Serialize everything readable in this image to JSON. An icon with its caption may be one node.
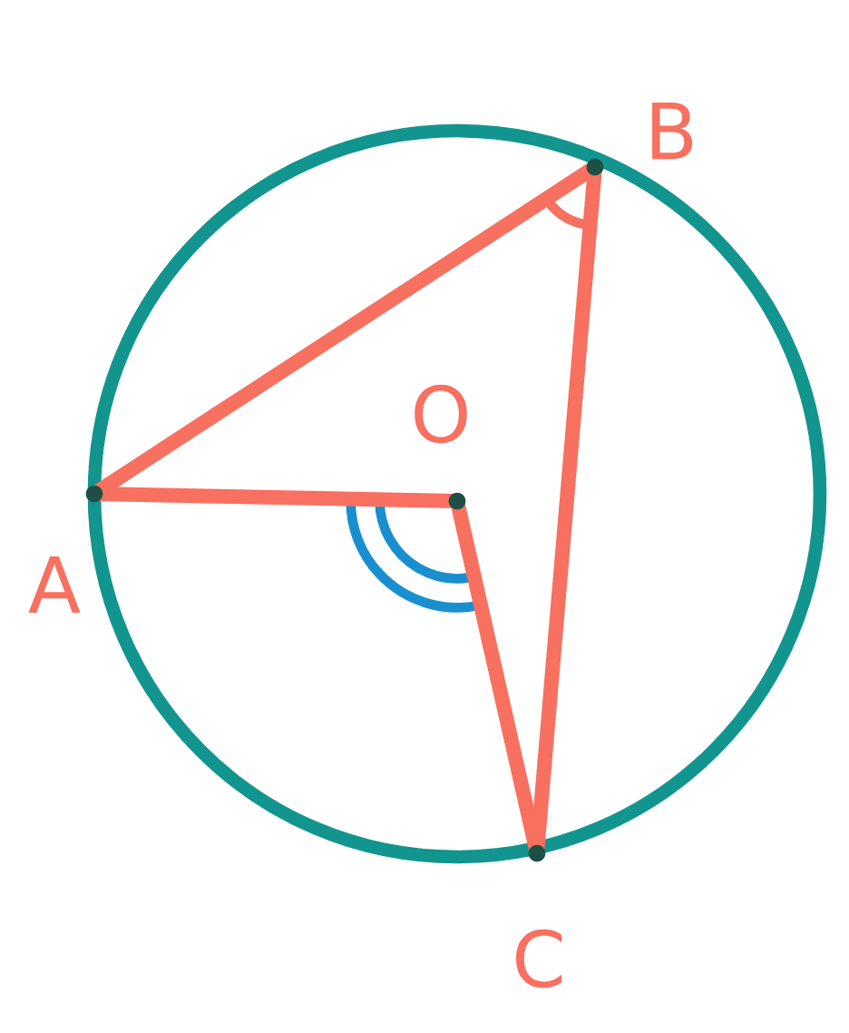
{
  "diagram": {
    "nodes": [
      {
        "text": [
          "A"
        ]
      },
      {
        "text": [
          "B"
        ]
      },
      {
        "text": [
          "O"
        ]
      },
      {
        "text": [
          "C"
        ]
      }
    ],
    "edges": [
      {
        "from": 0,
        "to": 1,
        "arrow": "none"
      },
      {
        "from": 0,
        "to": 2,
        "arrow": "none"
      },
      {
        "from": 2,
        "to": 3,
        "arrow": "none"
      },
      {
        "from": 1,
        "to": 3,
        "arrow": "none"
      }
    ]
  }
}
